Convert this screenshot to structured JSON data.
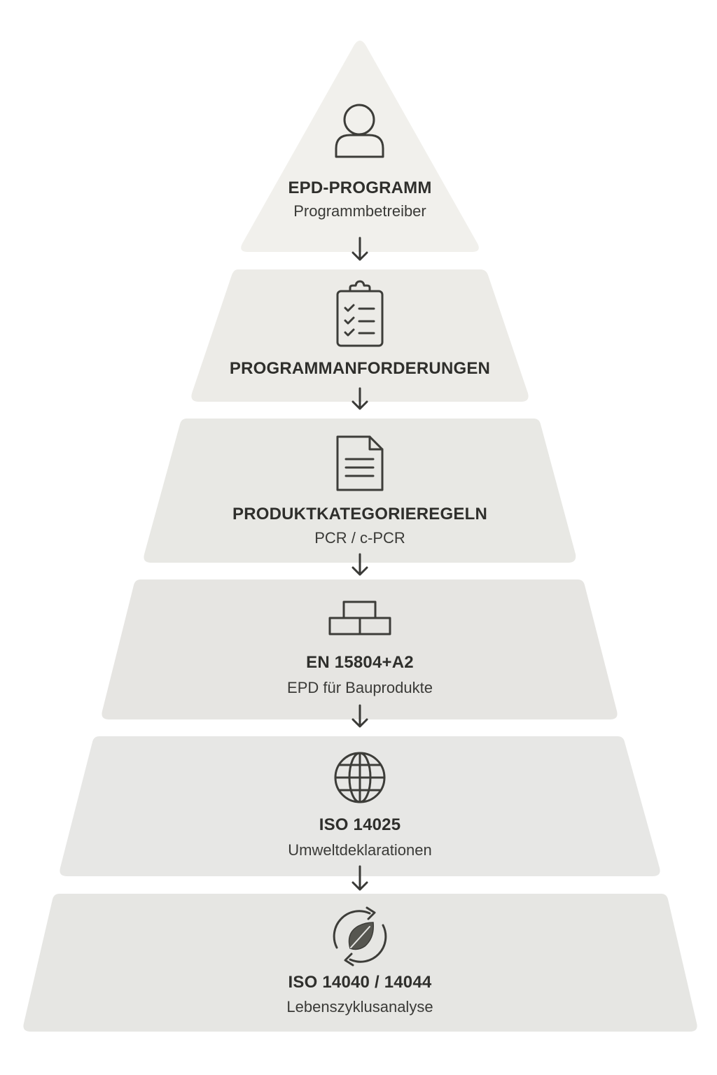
{
  "diagram": {
    "tiers": [
      {
        "title": "EPD-PROGRAMM",
        "subtitle": "Programmbetreiber",
        "icon": "user-icon",
        "color": "#f1f0ec"
      },
      {
        "title": "PROGRAMMANFORDERUNGEN",
        "subtitle": "",
        "icon": "clipboard-checklist-icon",
        "color": "#ecebe7"
      },
      {
        "title": "PRODUKTKATEGORIEREGELN",
        "subtitle": "PCR / c-PCR",
        "icon": "document-icon",
        "color": "#e8e8e4"
      },
      {
        "title": "EN 15804+A2",
        "subtitle": "EPD für Bauprodukte",
        "icon": "bricks-icon",
        "color": "#e6e5e2"
      },
      {
        "title": "ISO 14025",
        "subtitle": "Umweltdeklarationen",
        "icon": "globe-icon",
        "color": "#e7e7e5"
      },
      {
        "title": "ISO 14040 / 14044",
        "subtitle": "Lebenszyklusanalyse",
        "icon": "leaf-cycle-icon",
        "color": "#e6e6e3"
      }
    ]
  }
}
